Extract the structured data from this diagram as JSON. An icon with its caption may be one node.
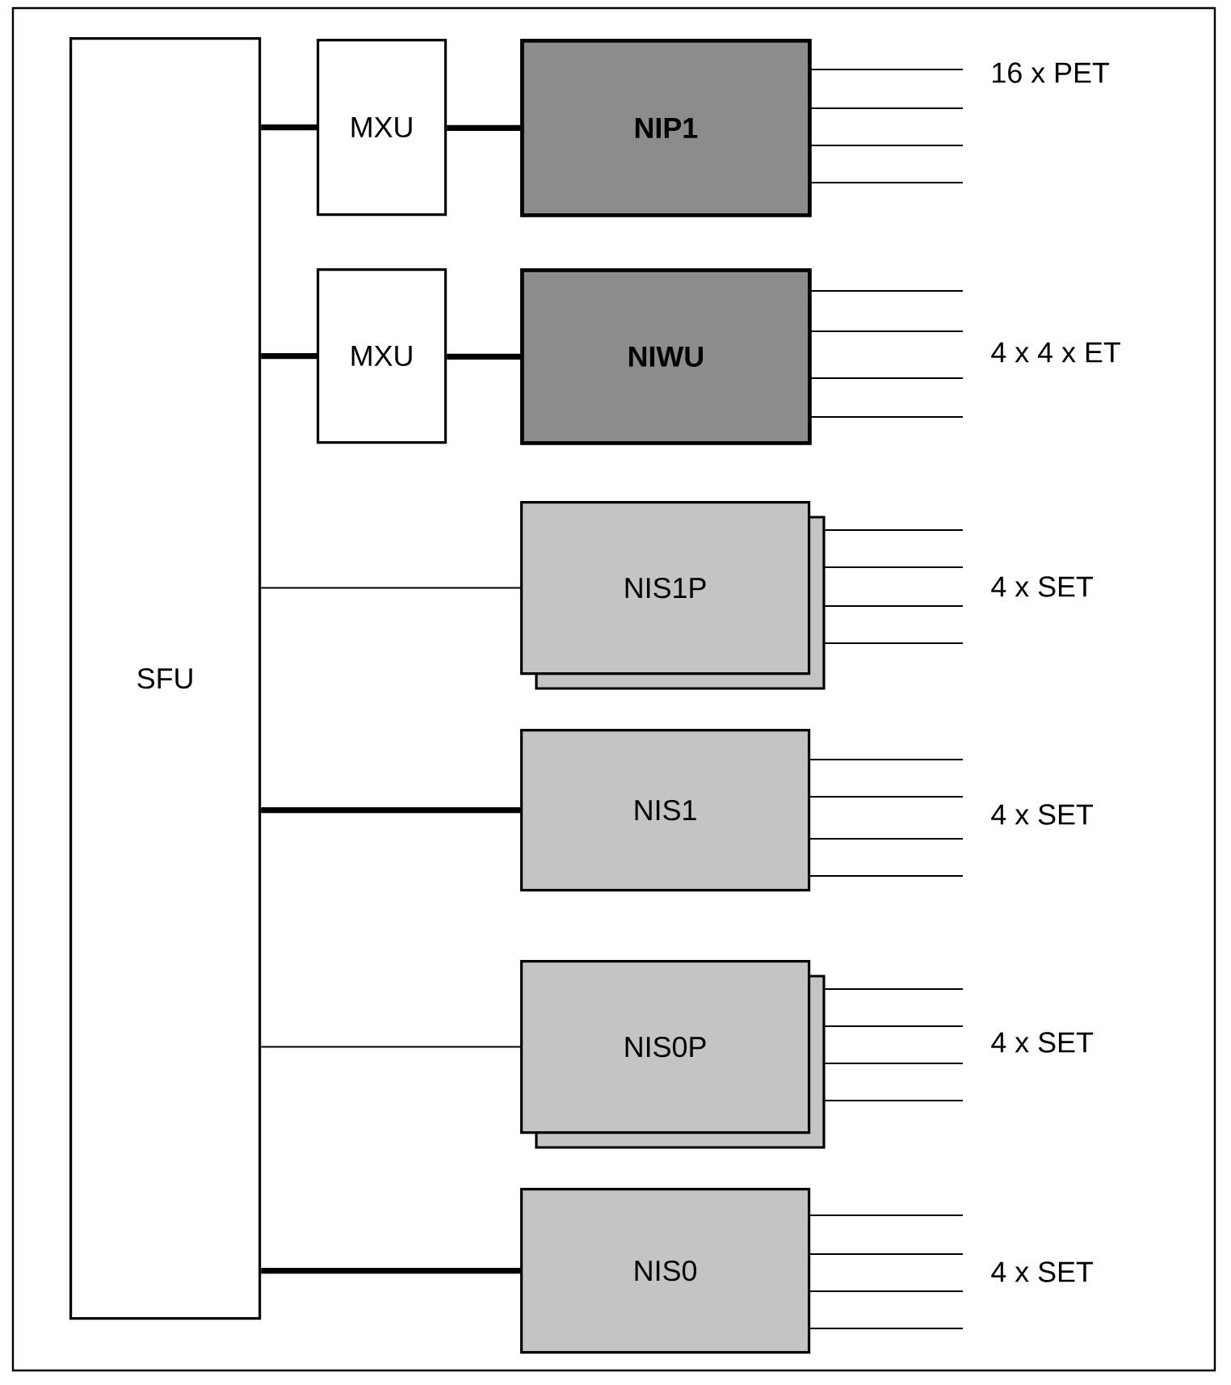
{
  "diagram": {
    "nodes": [
      {
        "text": [
          "SFU"
        ]
      },
      {
        "text": [
          "MXU"
        ]
      },
      {
        "text": [
          "NIP1"
        ]
      },
      {
        "text": [
          "MXU"
        ]
      },
      {
        "text": [
          "NIWU"
        ]
      },
      {
        "text": [
          "NIS1P"
        ]
      },
      {
        "text": [
          "NIS1"
        ]
      },
      {
        "text": [
          "NIS0P"
        ]
      },
      {
        "text": [
          "NIS0"
        ]
      }
    ],
    "edges": [
      {
        "from": 0,
        "to": 1,
        "arrow": "none",
        "style": "thick"
      },
      {
        "from": 1,
        "to": 2,
        "arrow": "none",
        "style": "thick"
      },
      {
        "from": 0,
        "to": 3,
        "arrow": "none",
        "style": "thick"
      },
      {
        "from": 3,
        "to": 4,
        "arrow": "none",
        "style": "thick"
      },
      {
        "from": 0,
        "to": 5,
        "arrow": "none"
      },
      {
        "from": 0,
        "to": 6,
        "arrow": "none",
        "style": "thick"
      },
      {
        "from": 0,
        "to": 7,
        "arrow": "none"
      },
      {
        "from": 0,
        "to": 8,
        "arrow": "none",
        "style": "thick"
      },
      {
        "from": 2,
        "to": null,
        "arrow": "none"
      },
      {
        "from": 2,
        "to": null,
        "arrow": "none"
      },
      {
        "from": 2,
        "to": null,
        "arrow": "none"
      },
      {
        "from": 2,
        "to": null,
        "arrow": "none"
      },
      {
        "from": 4,
        "to": null,
        "arrow": "none"
      },
      {
        "from": 4,
        "to": null,
        "arrow": "none"
      },
      {
        "from": 4,
        "to": null,
        "arrow": "none"
      },
      {
        "from": 4,
        "to": null,
        "arrow": "none"
      },
      {
        "from": 5,
        "to": null,
        "arrow": "none"
      },
      {
        "from": 5,
        "to": null,
        "arrow": "none"
      },
      {
        "from": 5,
        "to": null,
        "arrow": "none"
      },
      {
        "from": 5,
        "to": null,
        "arrow": "none"
      },
      {
        "from": 6,
        "to": null,
        "arrow": "none"
      },
      {
        "from": 6,
        "to": null,
        "arrow": "none"
      },
      {
        "from": 6,
        "to": null,
        "arrow": "none"
      },
      {
        "from": 6,
        "to": null,
        "arrow": "none"
      },
      {
        "from": 7,
        "to": null,
        "arrow": "none"
      },
      {
        "from": 7,
        "to": null,
        "arrow": "none"
      },
      {
        "from": 7,
        "to": null,
        "arrow": "none"
      },
      {
        "from": 7,
        "to": null,
        "arrow": "none"
      },
      {
        "from": 8,
        "to": null,
        "arrow": "none"
      },
      {
        "from": 8,
        "to": null,
        "arrow": "none"
      },
      {
        "from": 8,
        "to": null,
        "arrow": "none"
      },
      {
        "from": 8,
        "to": null,
        "arrow": "none"
      }
    ],
    "labels": [
      "16 x PET",
      "4 x 4 x ET",
      "4 x SET",
      "4 x SET",
      "4 x SET",
      "4 x SET"
    ]
  }
}
